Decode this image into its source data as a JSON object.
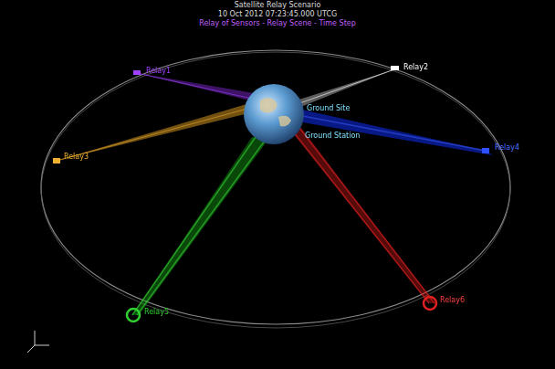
{
  "diagram": {
    "title": "Satellite Relay Scenario",
    "labels": [
      "10 Oct 2012 07:23:45.000 UTCG",
      "Relay of Sensors - Relay Scene - Time Step",
      "Relay1",
      "Relay2",
      "Relay3",
      "Relay4",
      "Relay5",
      "Relay6",
      "Ground Site",
      "Ground Station"
    ]
  }
}
